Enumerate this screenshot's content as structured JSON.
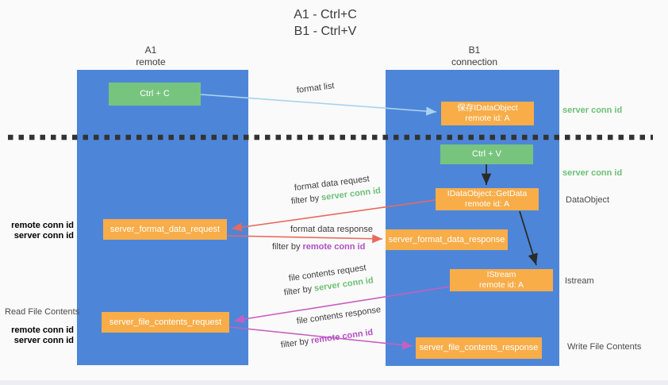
{
  "title": {
    "line1": "A1 - Ctrl+C",
    "line2": "B1 - Ctrl+V"
  },
  "columns": {
    "a1": {
      "name": "A1",
      "role": "remote"
    },
    "b1": {
      "name": "B1",
      "role": "connection"
    }
  },
  "nodes": {
    "ctrl_c": "Ctrl + C",
    "ctrl_v": "Ctrl + V",
    "save_dataobject": {
      "line1": "保存IDataObject",
      "line2": "remote id: A"
    },
    "getdata": {
      "line1": "IDataObject::GetData",
      "line2": "remote id: A"
    },
    "istream": {
      "line1": "IStream",
      "line2": "remote id: A"
    },
    "format_request": "server_format_data_request",
    "format_response": "server_format_data_response",
    "file_request": "server_file_contents_request",
    "file_response": "server_file_contents_response"
  },
  "edge_labels": {
    "format_list": "format list",
    "format_data_request": "format data request",
    "format_data_response": "format data response",
    "file_contents_request": "file contents request",
    "file_contents_response": "file contents response",
    "filter_by": "filter by",
    "server_conn_id": "server conn id",
    "remote_conn_id": "remote conn id"
  },
  "side_labels": {
    "server_conn_id": "server conn id",
    "remote_conn_id": "remote conn id",
    "dataobject": "DataObject",
    "istream": "Istream",
    "read_file_contents": "Read File Contents",
    "write_file_contents": "Write File Contents"
  },
  "colors": {
    "lifeline_blue": "#4d86d8",
    "node_green": "#77c47f",
    "node_orange": "#f8ad49",
    "arrow_light_blue": "#a9d2ee",
    "arrow_black": "#2b2b2b",
    "arrow_red": "#e8695f",
    "arrow_magenta": "#c75fc0",
    "label_green": "#6cc075",
    "label_purple": "#b14ec4",
    "background": "#fafafa"
  }
}
